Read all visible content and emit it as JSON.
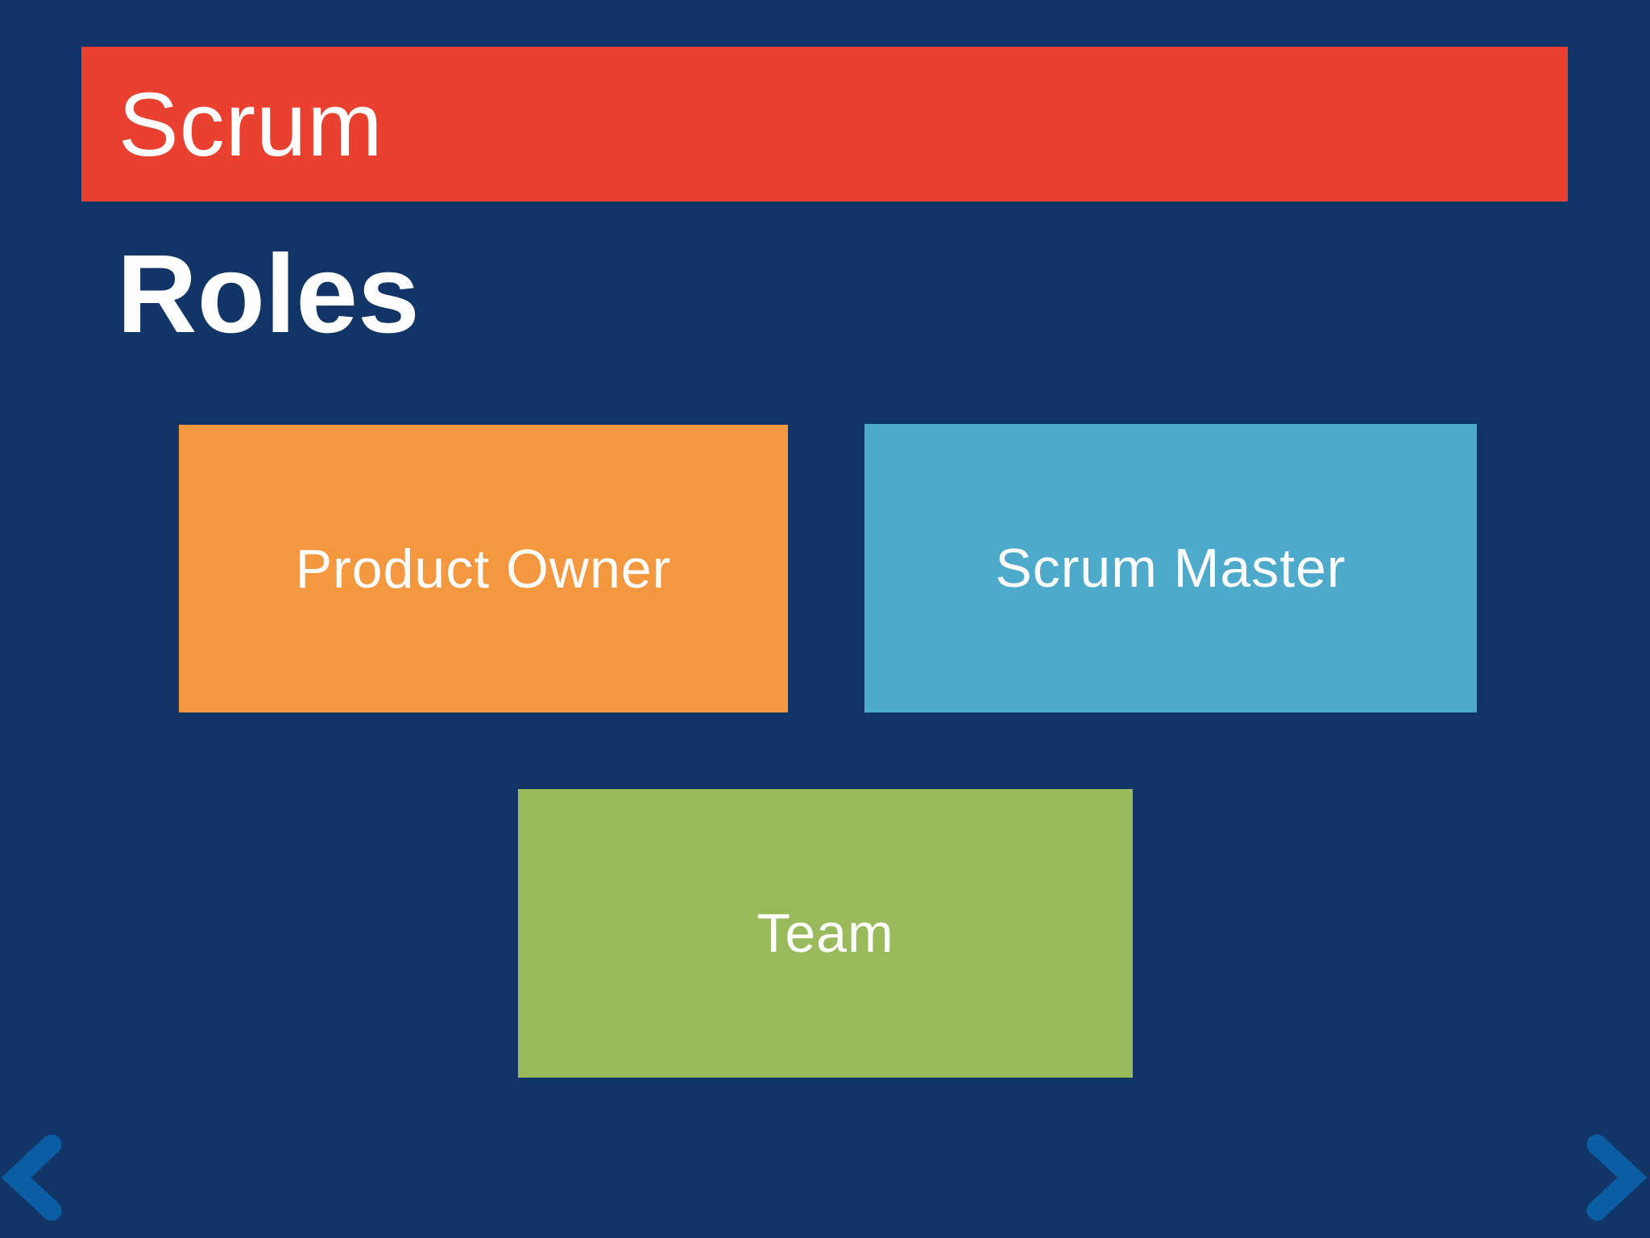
{
  "slide": {
    "title": "Scrum",
    "heading": "Roles",
    "roles": [
      {
        "id": "product-owner",
        "label": "Product Owner",
        "color": "#F4983F"
      },
      {
        "id": "scrum-master",
        "label": "Scrum Master",
        "color": "#4DAACB"
      },
      {
        "id": "team",
        "label": "Team",
        "color": "#99BA5B"
      }
    ],
    "colors": {
      "background": "#123567",
      "title_bar": "#E9402F",
      "nav_arrow": "#0B5EA3",
      "text": "#FFFFFF"
    },
    "nav": {
      "prev_icon": "chevron-left-icon",
      "next_icon": "chevron-right-icon"
    }
  }
}
